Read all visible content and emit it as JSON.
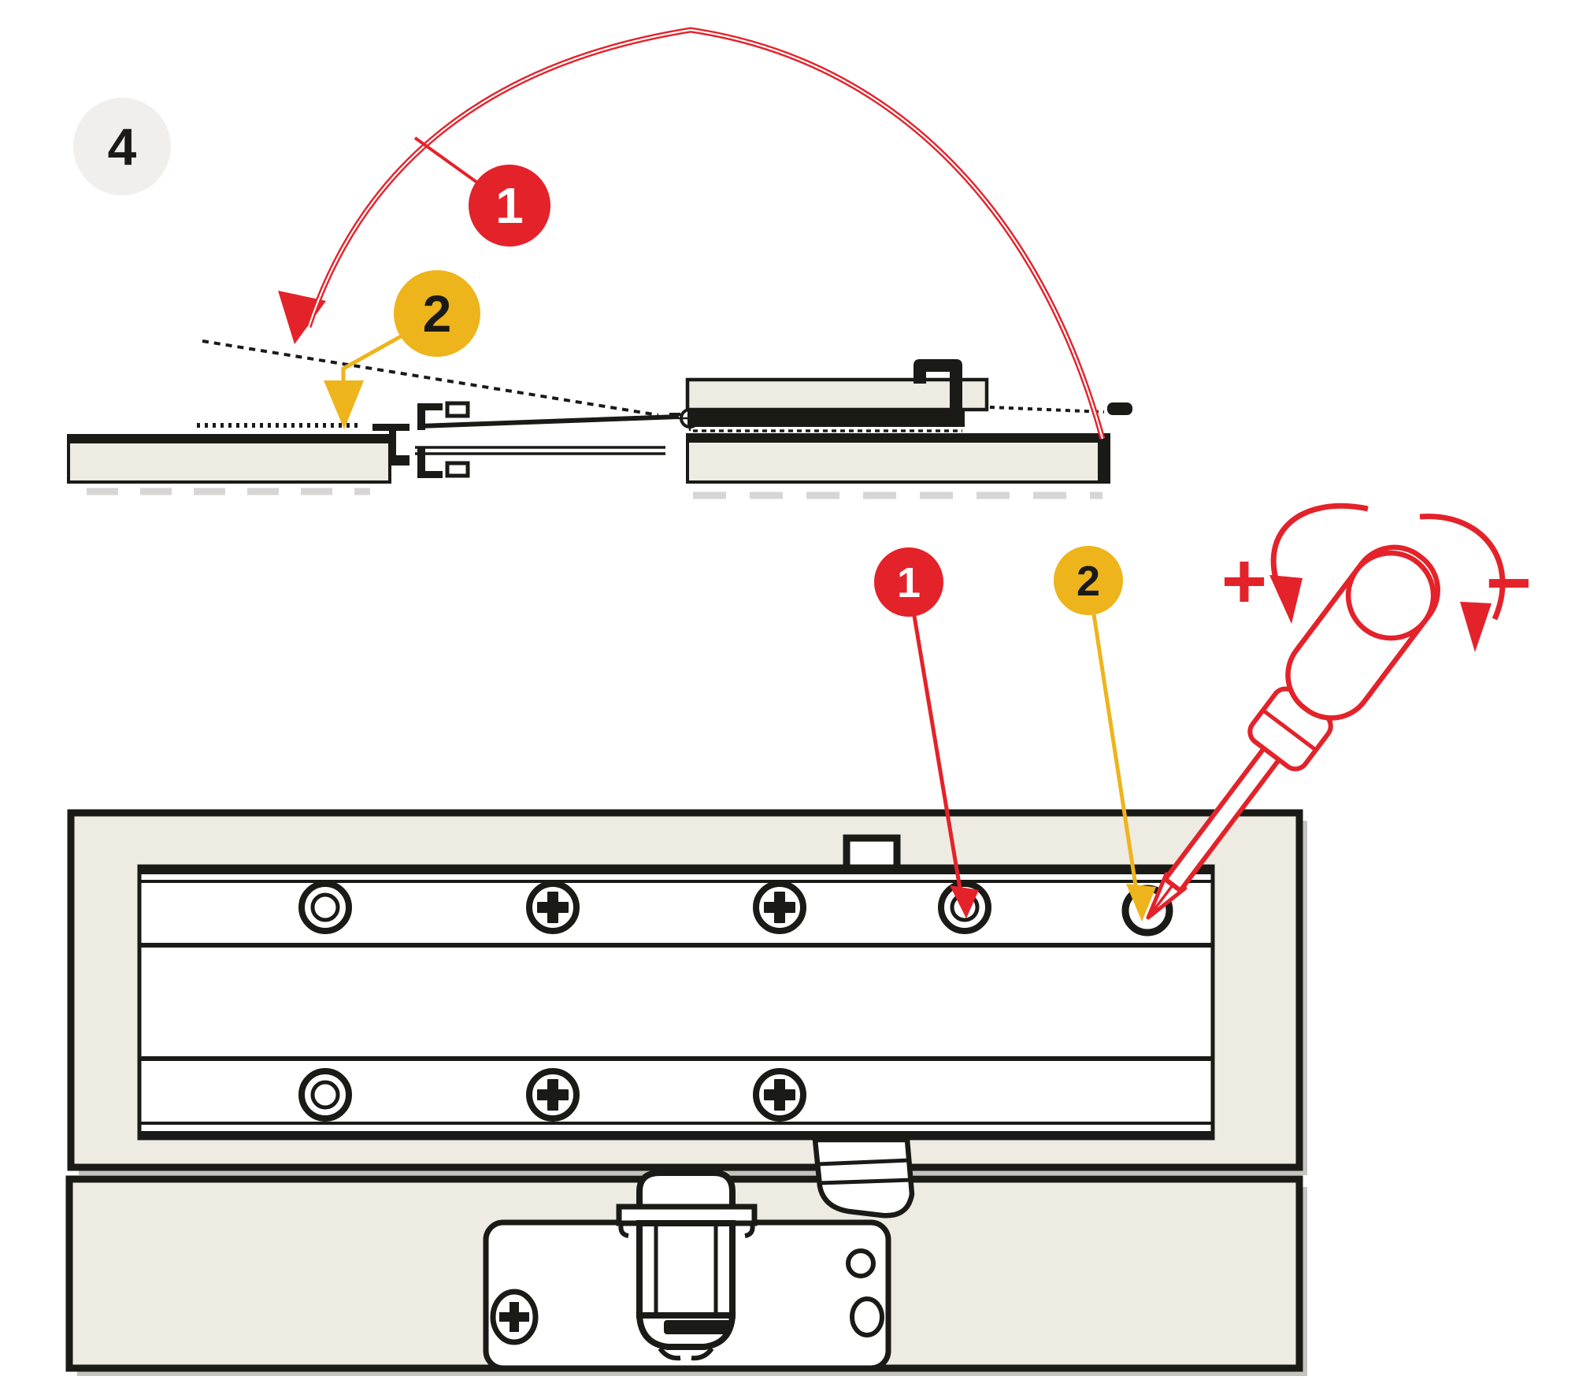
{
  "step": {
    "label": "4"
  },
  "side_view": {
    "description": "cross-section of flap panel dropping onto cabinet slide",
    "badge_1": "1",
    "badge_2": "2"
  },
  "front_view": {
    "description": "slide rail with adjustment screws, screwdriver showing +/- rotation",
    "badge_1": "1",
    "badge_2": "2",
    "plus": "+",
    "minus": "−"
  },
  "colors": {
    "red": "#e4222a",
    "yellow": "#eeb41c",
    "panel_cream": "#edebe2",
    "outline_black": "#1a1a17",
    "step_circle_bg": "#f0efee",
    "shadow_gray": "#c4c3bd"
  },
  "icons": {
    "step_badge": "step-number-circle",
    "arc": "rotation-arc-arrow",
    "pivot": "hinge-pivot-icon",
    "screws": [
      "plain-ring-screw",
      "phillips-screw"
    ],
    "tool": "screwdriver-icon"
  }
}
